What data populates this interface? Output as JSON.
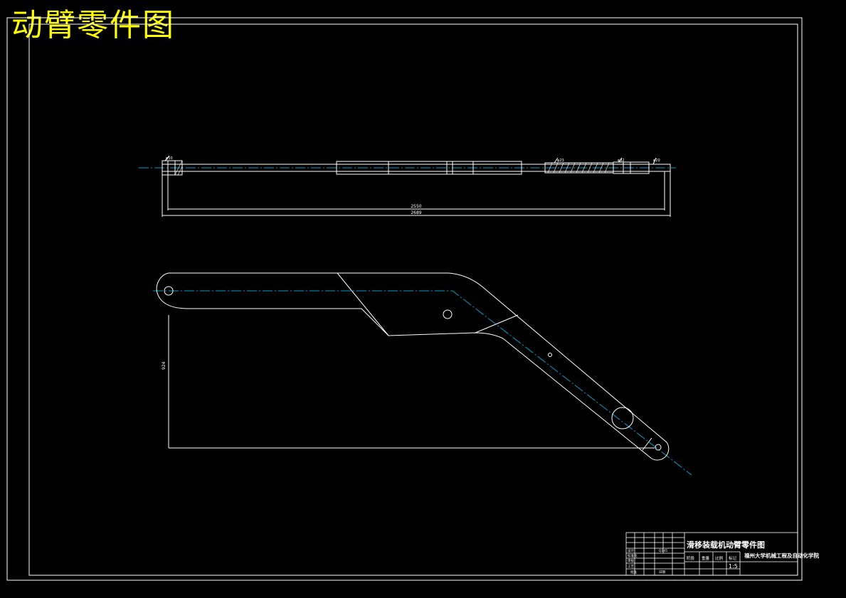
{
  "sheet_title": "动臂零件图",
  "colors": {
    "background": "#000000",
    "line": "#ffffff",
    "centerline": "#00a0c8",
    "title": "#ffff00"
  },
  "top_view": {
    "overall_dimension": "2689",
    "inner_dimension": "2550",
    "left_label": "φ50",
    "middle_label": "φ23",
    "right_label_1": "φ32",
    "right_label_2": "φ20"
  },
  "side_view": {
    "height_dimension": "924"
  },
  "title_block": {
    "drawing_name": "滑移装载机动臂零件图",
    "institution": "福州大学机械工程及自动化学院",
    "scale": "1:5",
    "stage_label": "阶段",
    "weight_label": "重量",
    "ratio_label": "比例",
    "mark_label": "标记",
    "design_label": "设计",
    "standard_label": "标准化",
    "check_label": "审核",
    "process_label": "工艺",
    "approve_label": "批准",
    "date_label": "日期",
    "material": "Q345"
  }
}
